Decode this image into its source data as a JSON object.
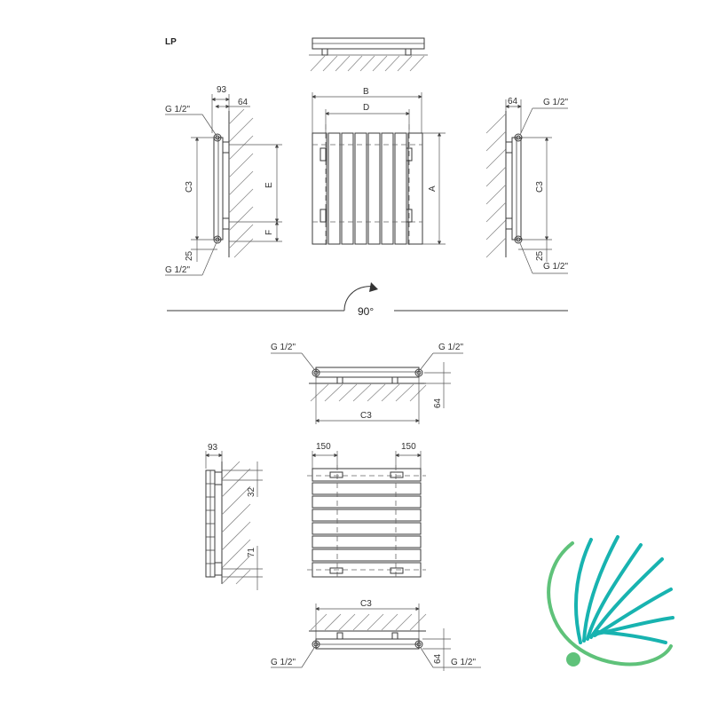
{
  "model_label": "LP",
  "labels": {
    "g_half": "G 1/2\"",
    "d93": "93",
    "d64": "64",
    "d25": "25",
    "b": "B",
    "d": "D",
    "a": "A",
    "c3": "C3",
    "e": "E",
    "f": "F",
    "rotation": "90°",
    "d150": "150",
    "d32": "32",
    "d71": "71"
  },
  "colors": {
    "logo_green": "#5fc27a",
    "logo_teal": "#18b3b0"
  }
}
